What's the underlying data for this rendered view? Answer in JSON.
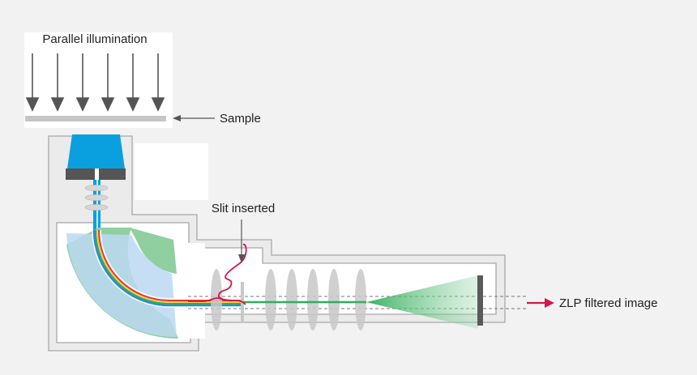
{
  "labels": {
    "illumination": "Parallel illumination",
    "sample": "Sample",
    "slit": "Slit inserted",
    "output": "ZLP filtered image"
  },
  "colors": {
    "background": "#f2f2f2",
    "housing_stroke": "#a8a8a8",
    "beam_blue": "#0aa0e0",
    "prism_blue": "#bcd8f2",
    "prism_green": "#8fcfa0",
    "lens_grey": "#c8c8c8",
    "spectrum_red": "#d0184c",
    "output_arrow": "#d0184c",
    "screen": "#5a5a5a"
  },
  "icons": {
    "illumination_arrows": "down-arrow-icon",
    "sample_pointer": "left-arrow-icon",
    "slit_pointer": "down-arrow-icon",
    "output_arrow": "right-arrow-icon"
  }
}
